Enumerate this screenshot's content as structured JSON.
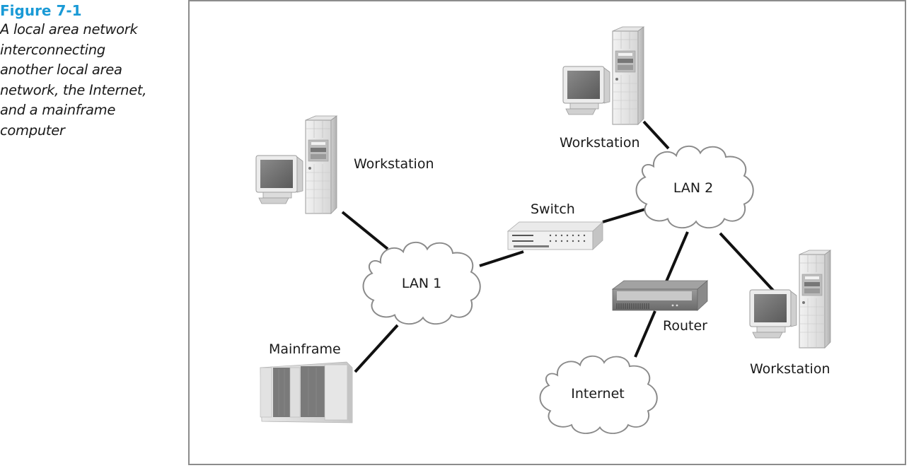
{
  "caption": {
    "figure_number": "Figure 7-1",
    "description_lines": [
      "A local area network",
      "interconnecting",
      "another local area",
      "network, the Internet,",
      "and a mainframe",
      "computer"
    ]
  },
  "colors": {
    "figure_number": "#1a9ad6",
    "link": "#111111",
    "cloud_stroke": "#8a8a8a",
    "frame": "#8c8c8c"
  },
  "nodes": {
    "workstation_left": {
      "label": "Workstation",
      "icon": "workstation-icon"
    },
    "workstation_top": {
      "label": "Workstation",
      "icon": "workstation-icon"
    },
    "workstation_right": {
      "label": "Workstation",
      "icon": "workstation-icon"
    },
    "switch": {
      "label": "Switch",
      "icon": "switch-icon"
    },
    "lan1": {
      "label": "LAN 1",
      "icon": "cloud-icon"
    },
    "lan2": {
      "label": "LAN 2",
      "icon": "cloud-icon"
    },
    "router": {
      "label": "Router",
      "icon": "router-icon"
    },
    "internet": {
      "label": "Internet",
      "icon": "cloud-icon"
    },
    "mainframe": {
      "label": "Mainframe",
      "icon": "mainframe-icon"
    }
  },
  "connections": [
    [
      "workstation_left",
      "lan1"
    ],
    [
      "lan1",
      "switch"
    ],
    [
      "lan1",
      "mainframe"
    ],
    [
      "switch",
      "lan2"
    ],
    [
      "workstation_top",
      "lan2"
    ],
    [
      "lan2",
      "router"
    ],
    [
      "lan2",
      "workstation_right"
    ],
    [
      "router",
      "internet"
    ]
  ]
}
